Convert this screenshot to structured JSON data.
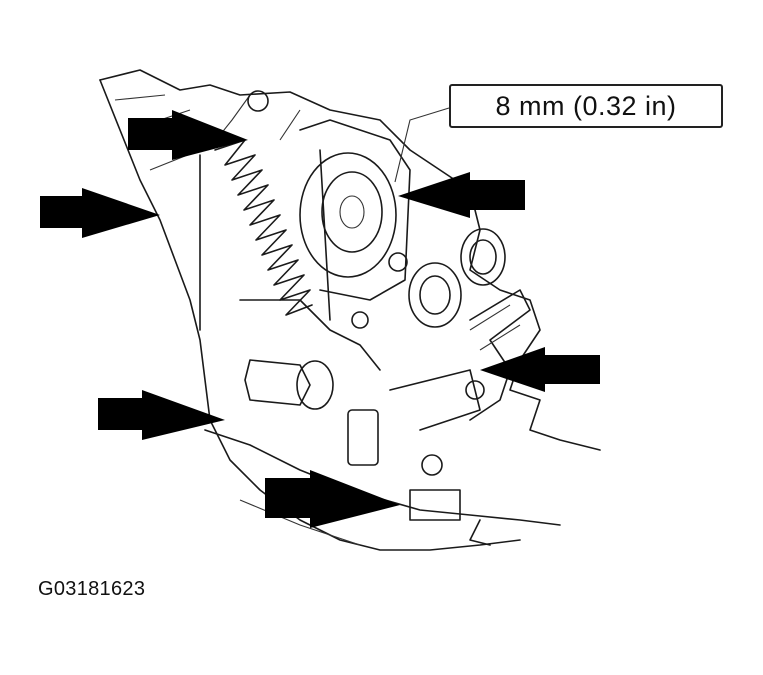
{
  "callout": {
    "text": "8 mm (0.32 in)"
  },
  "figure": {
    "id": "G03181623"
  },
  "arrows": {
    "count": 6,
    "color": "#000000"
  }
}
